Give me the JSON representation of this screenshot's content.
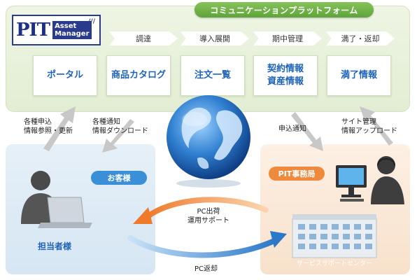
{
  "platform": {
    "title": "コミュニケーションプラットフォーム"
  },
  "logo": {
    "pit": "PIT",
    "line1": "Asset",
    "line2": "Manager"
  },
  "stages": [
    "調達",
    "導入展開",
    "期中管理",
    "満了・返却"
  ],
  "boxes": [
    "ポータル",
    "商品カタログ",
    "注文一覧",
    "契約情報\n資産情報",
    "満了情報"
  ],
  "flows": {
    "left_up": "各種申込\n情報参照・更新",
    "left_down": "各種通知\n情報ダウンロード",
    "right_down": "申込通知",
    "right_up": "サイト管理\n情報アップロード"
  },
  "customer": {
    "badge": "お客様",
    "person": "担当者様"
  },
  "office": {
    "badge": "PIT事務局",
    "center": "サービスサポートセンター"
  },
  "exchange": {
    "to_customer": "PC出荷\n運用サポート",
    "to_office": "PC返却"
  },
  "colors": {
    "platform_green": "#5ea43a",
    "box_text_blue": "#1f63b8",
    "customer_blue": "#3b8fd6",
    "office_orange": "#ef8a3c"
  }
}
